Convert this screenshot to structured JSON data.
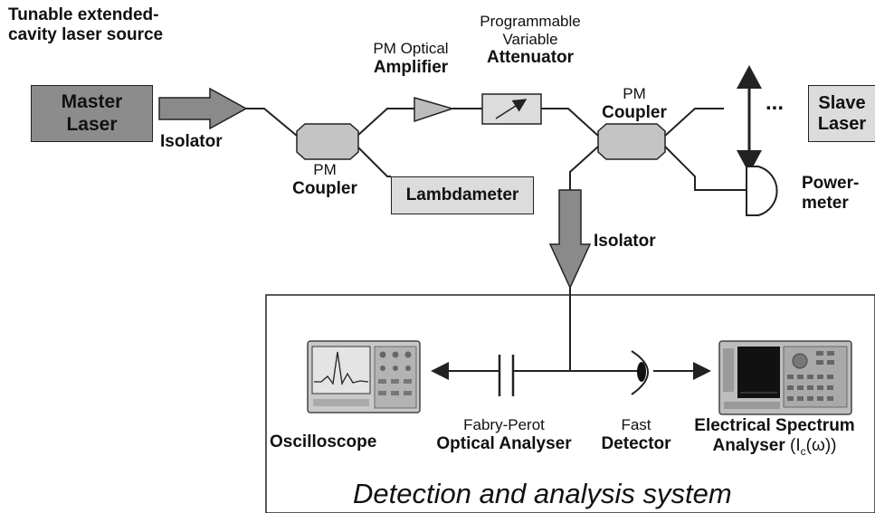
{
  "source": {
    "line1": "Tunable extended-",
    "line2": "cavity laser source"
  },
  "master_laser": {
    "line1": "Master",
    "line2": "Laser"
  },
  "isolator1": "Isolator",
  "coupler1": {
    "line1": "PM",
    "line2": "Coupler"
  },
  "lambdameter": "Lambdameter",
  "amplifier": {
    "line1": "PM Optical",
    "line2": "Amplifier"
  },
  "attenuator": {
    "line1": "Programmable",
    "line2": "Variable",
    "line3": "Attenuator"
  },
  "coupler2": {
    "line1": "PM",
    "line2": "Coupler"
  },
  "slave_laser": {
    "line1": "Slave",
    "line2": "Laser"
  },
  "dots": "...",
  "powermeter": {
    "line1": "Power-",
    "line2": "meter"
  },
  "isolator2": "Isolator",
  "oscilloscope": "Oscilloscope",
  "fabry_perot": {
    "line1": "Fabry-Perot",
    "line2": "Optical Analyser"
  },
  "detector": {
    "line1": "Fast",
    "line2": "Detector"
  },
  "esa": {
    "line1": "Electrical Spectrum",
    "line2_bold": "Analyser",
    "line2_sym_pre": " (I",
    "line2_sub": "c",
    "line2_sym_post": "(ω))"
  },
  "system_title": "Detection and analysis system",
  "colors": {
    "master_box": "#8c8c8c",
    "light_box": "#dcdcdc",
    "isolator": "#8a8a8a",
    "amplifier": "#bcbcbc",
    "coupler": "#c4c4c4",
    "line": "#222222"
  }
}
